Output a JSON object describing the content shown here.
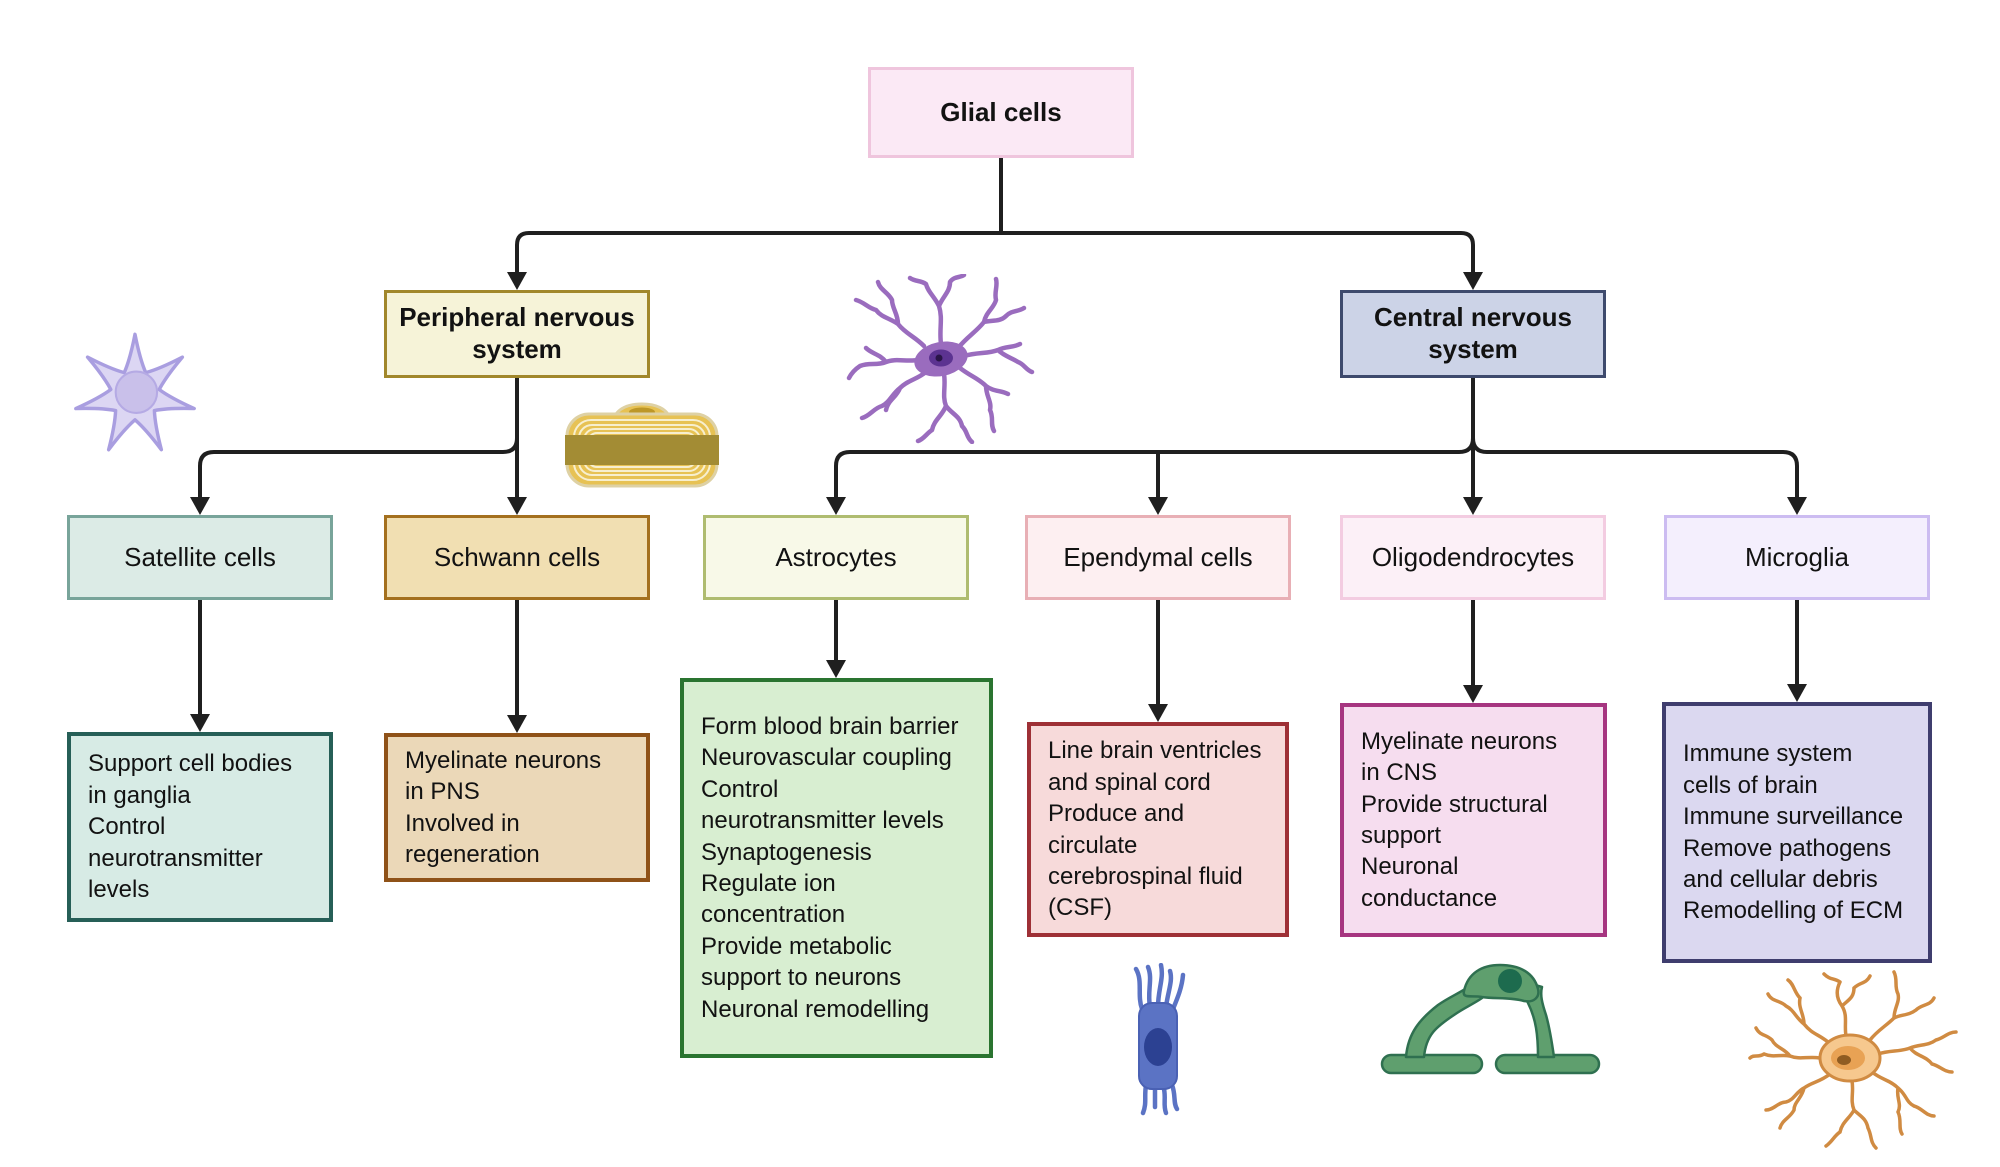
{
  "diagram": {
    "line_color": "#1f1f1f",
    "root": {
      "label": "Glial cells",
      "bg": "#fbe9f5",
      "border": "#efc5dd"
    },
    "branches": [
      {
        "label": "Peripheral nervous system",
        "bg": "#f6f3d8",
        "border": "#a1872b"
      },
      {
        "label": "Central nervous system",
        "bg": "#ccd3e7",
        "border": "#3e4a6d"
      }
    ],
    "cell_types": [
      {
        "name": "Satellite cells",
        "parent": "Peripheral nervous system",
        "functions": "Support cell bodies\nin ganglia\nControl\nneurotransmitter\nlevels",
        "title_bg": "#dcebe6",
        "title_border": "#78a49a",
        "desc_bg": "#d7ebe5",
        "desc_border": "#265f57"
      },
      {
        "name": "Schwann cells",
        "parent": "Peripheral nervous system",
        "functions": "Myelinate neurons\nin PNS\nInvolved in\nregeneration",
        "title_bg": "#f1dfb2",
        "title_border": "#a4701e",
        "desc_bg": "#ebd8b8",
        "desc_border": "#8f5218"
      },
      {
        "name": "Astrocytes",
        "parent": "Central nervous system",
        "functions": "Form blood brain barrier\nNeurovascular coupling\nControl\nneurotransmitter levels\nSynaptogenesis\nRegulate ion\nconcentration\nProvide metabolic\nsupport to neurons\nNeuronal remodelling",
        "title_bg": "#f8f9e8",
        "title_border": "#afbc70",
        "desc_bg": "#d8eed1",
        "desc_border": "#2a7430"
      },
      {
        "name": "Ependymal cells",
        "parent": "Central nervous system",
        "functions": "Line brain ventricles\nand spinal cord\nProduce and\ncirculate\ncerebrospinal fluid\n(CSF)",
        "title_bg": "#fdeff1",
        "title_border": "#e8afb5",
        "desc_bg": "#f7dada",
        "desc_border": "#9e3036"
      },
      {
        "name": "Oligodendrocytes",
        "parent": "Central nervous system",
        "functions": "Myelinate neurons\nin CNS\nProvide structural\nsupport\nNeuronal\nconductance",
        "title_bg": "#fcf0f7",
        "title_border": "#f3cce1",
        "desc_bg": "#f6ddef",
        "desc_border": "#a63580"
      },
      {
        "name": "Microglia",
        "parent": "Central nervous system",
        "functions": "Immune system\ncells of brain\nImmune surveillance\nRemove pathogens\nand cellular debris\nRemodelling of ECM",
        "title_bg": "#f4effd",
        "title_border": "#ccbcf1",
        "desc_bg": "#dbd8f0",
        "desc_border": "#3f3d6e"
      }
    ],
    "illustrations": [
      {
        "name": "satellite-cell-icon",
        "color": "#dcd6f3"
      },
      {
        "name": "myelin-sheath-schwann-cell-icon",
        "color": "#e7c254"
      },
      {
        "name": "astrocyte-cell-icon",
        "color": "#9a6cbe"
      },
      {
        "name": "ependymal-cell-icon",
        "color": "#5b73c4"
      },
      {
        "name": "oligodendrocyte-cell-icon",
        "color": "#5f9f6e"
      },
      {
        "name": "microglia-cell-icon",
        "color": "#e8a254"
      }
    ]
  }
}
